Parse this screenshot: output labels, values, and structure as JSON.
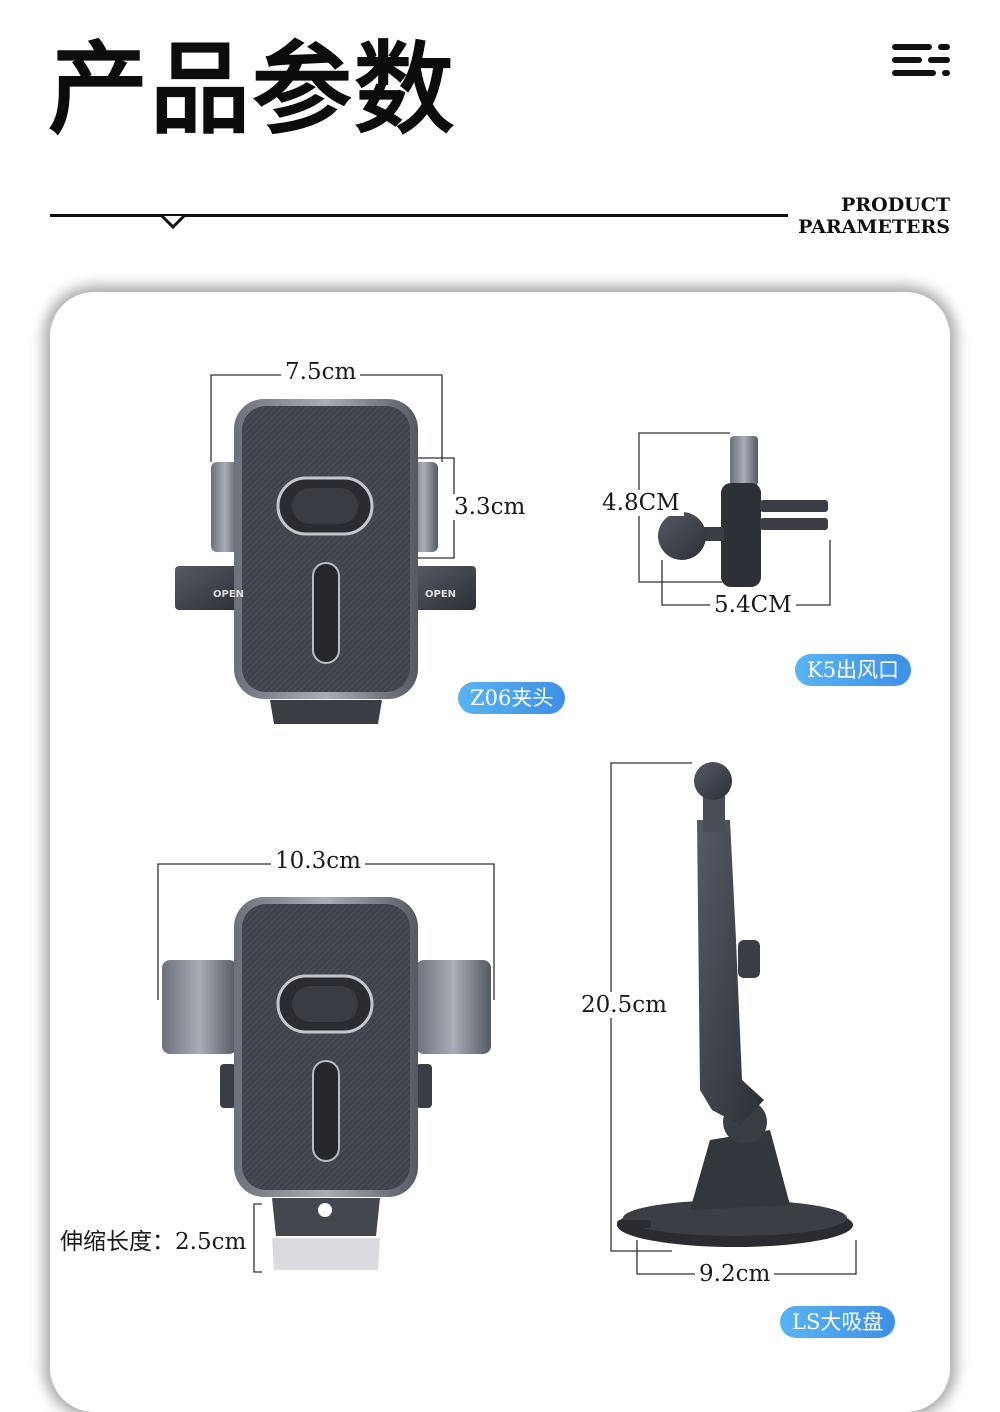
{
  "header": {
    "title": "产品参数",
    "subtitle_line1": "PRODUCT",
    "subtitle_line2": "PARAMETERS"
  },
  "products": {
    "clamp_z06": {
      "width_label": "7.5cm",
      "depth_label": "3.3cm",
      "tag": "Z06夹头"
    },
    "vent_k5": {
      "height_label": "4.8CM",
      "width_label": "5.4CM",
      "tag": "K5出风口"
    },
    "clamp_open": {
      "width_label": "10.3cm",
      "extend_label": "伸缩长度：2.5cm"
    },
    "suction_ls": {
      "height_label": "20.5cm",
      "base_label": "9.2cm",
      "tag": "LS大吸盘"
    },
    "open_label": "OPEN"
  },
  "colors": {
    "accent_tag_start": "#5ab4f2",
    "accent_tag_end": "#3e8fe6",
    "device_body": "#3d4048"
  }
}
